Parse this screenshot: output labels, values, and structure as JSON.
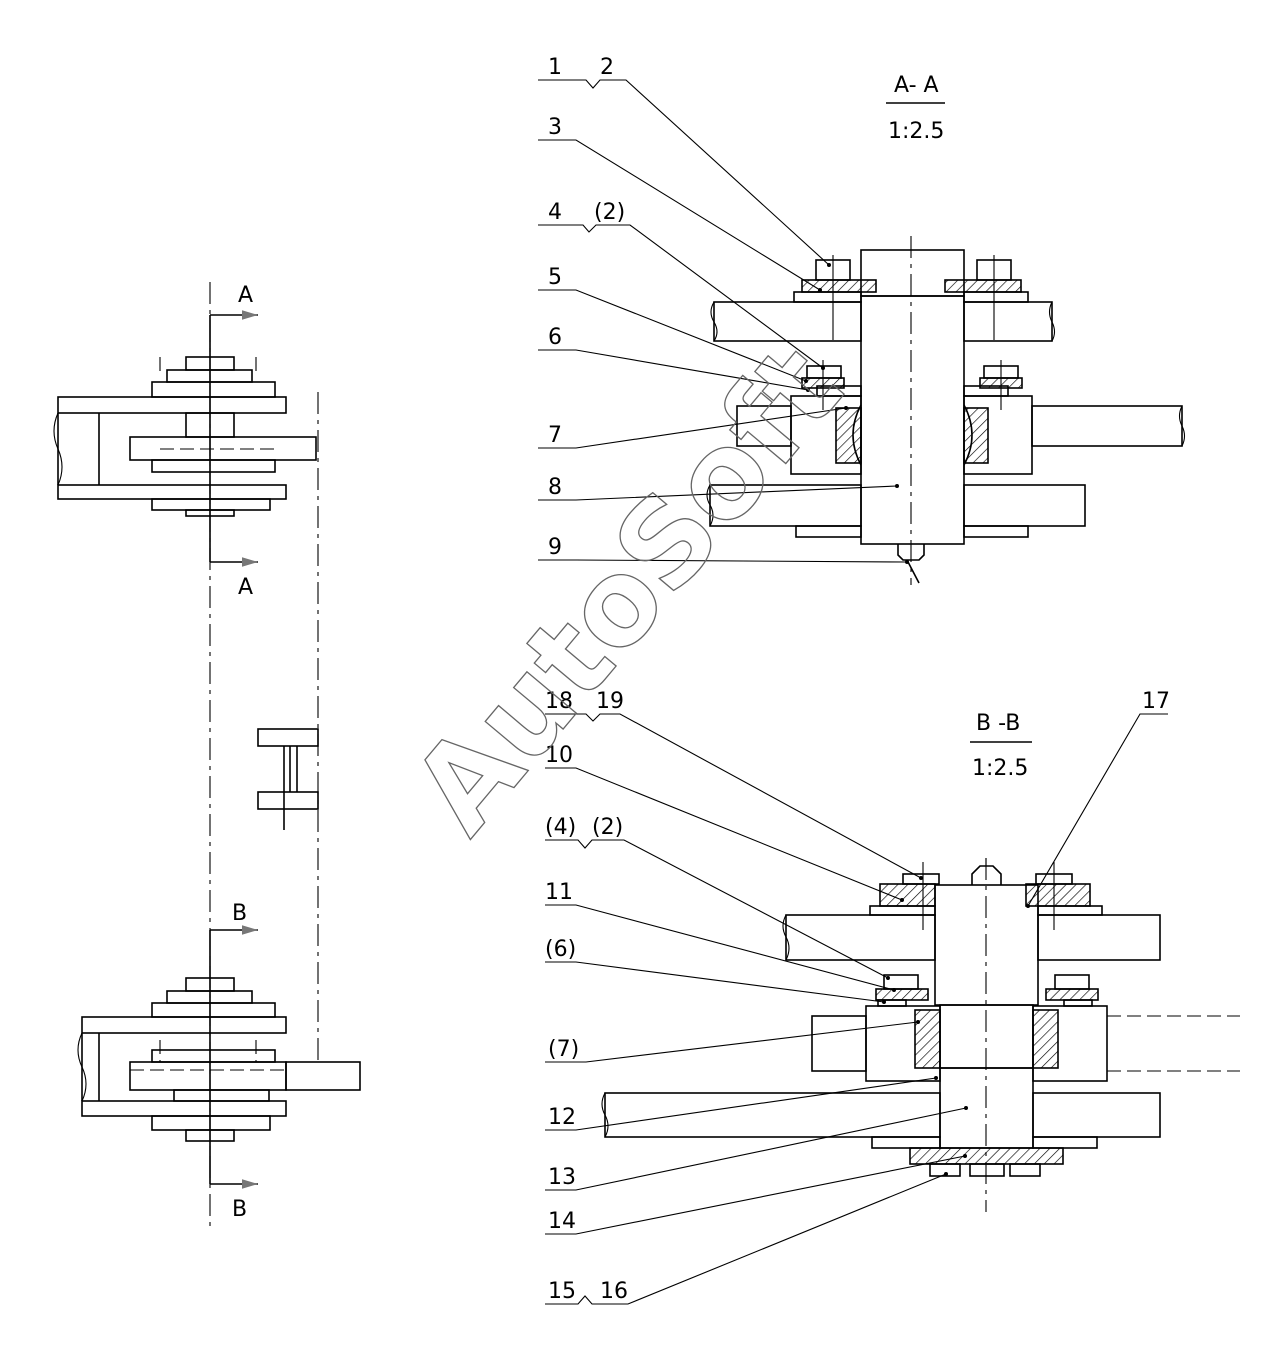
{
  "watermark": "AutoSoft",
  "left_view": {
    "marks": {
      "top_start": "A",
      "top_end": "A",
      "bottom_start": "B",
      "bottom_end": "B"
    }
  },
  "section_aa": {
    "title": "A- A",
    "scale": "1:2.5"
  },
  "section_bb": {
    "title": "B -B",
    "scale": "1:2.5"
  },
  "callouts_aa": {
    "c1": "1",
    "c2": "2",
    "c3": "3",
    "c4": "4",
    "c4b": "(2)",
    "c5": "5",
    "c6": "6",
    "c7": "7",
    "c8": "8",
    "c9": "9"
  },
  "callouts_bb": {
    "c18": "18",
    "c19": "19",
    "c10": "10",
    "c17": "17",
    "c4": "(4)",
    "c2": "(2)",
    "c11": "11",
    "c6": "(6)",
    "c7": "(7)",
    "c12": "12",
    "c13": "13",
    "c14": "14",
    "c15": "15",
    "c16": "16"
  }
}
